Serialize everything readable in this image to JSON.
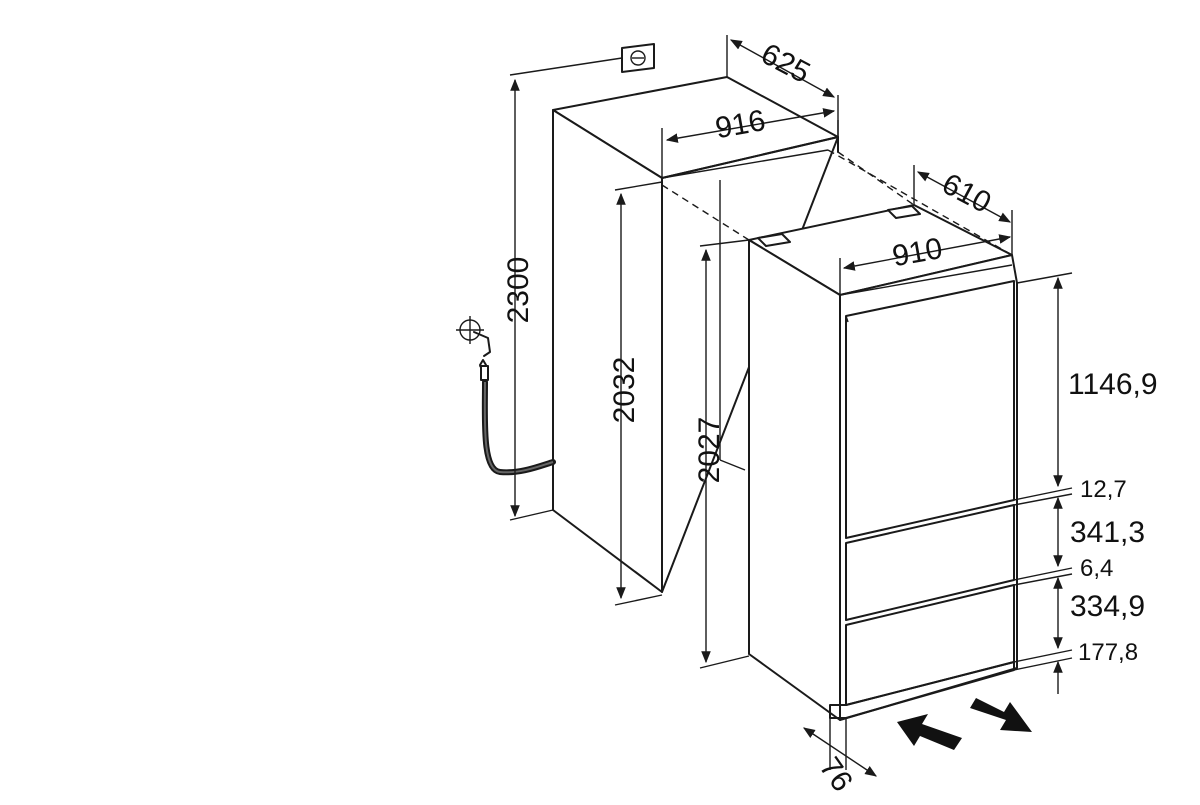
{
  "dimensions": {
    "niche_depth": "625",
    "niche_width": "916",
    "niche_total_height": "2300",
    "niche_height": "2032",
    "appliance_depth": "610",
    "appliance_width": "910",
    "appliance_height": "2027",
    "upper_door_height": "1146,9",
    "gap_upper": "12,7",
    "drawer_upper_height": "341,3",
    "gap_lower": "6,4",
    "drawer_lower_height": "334,9",
    "plinth_height": "177,8",
    "door_offset": "76"
  },
  "colors": {
    "line": "#1a1a1a",
    "background": "#ffffff"
  },
  "icons": [
    "power-socket-icon",
    "water-tap-icon",
    "airflow-in-arrow-icon",
    "airflow-out-arrow-icon"
  ]
}
